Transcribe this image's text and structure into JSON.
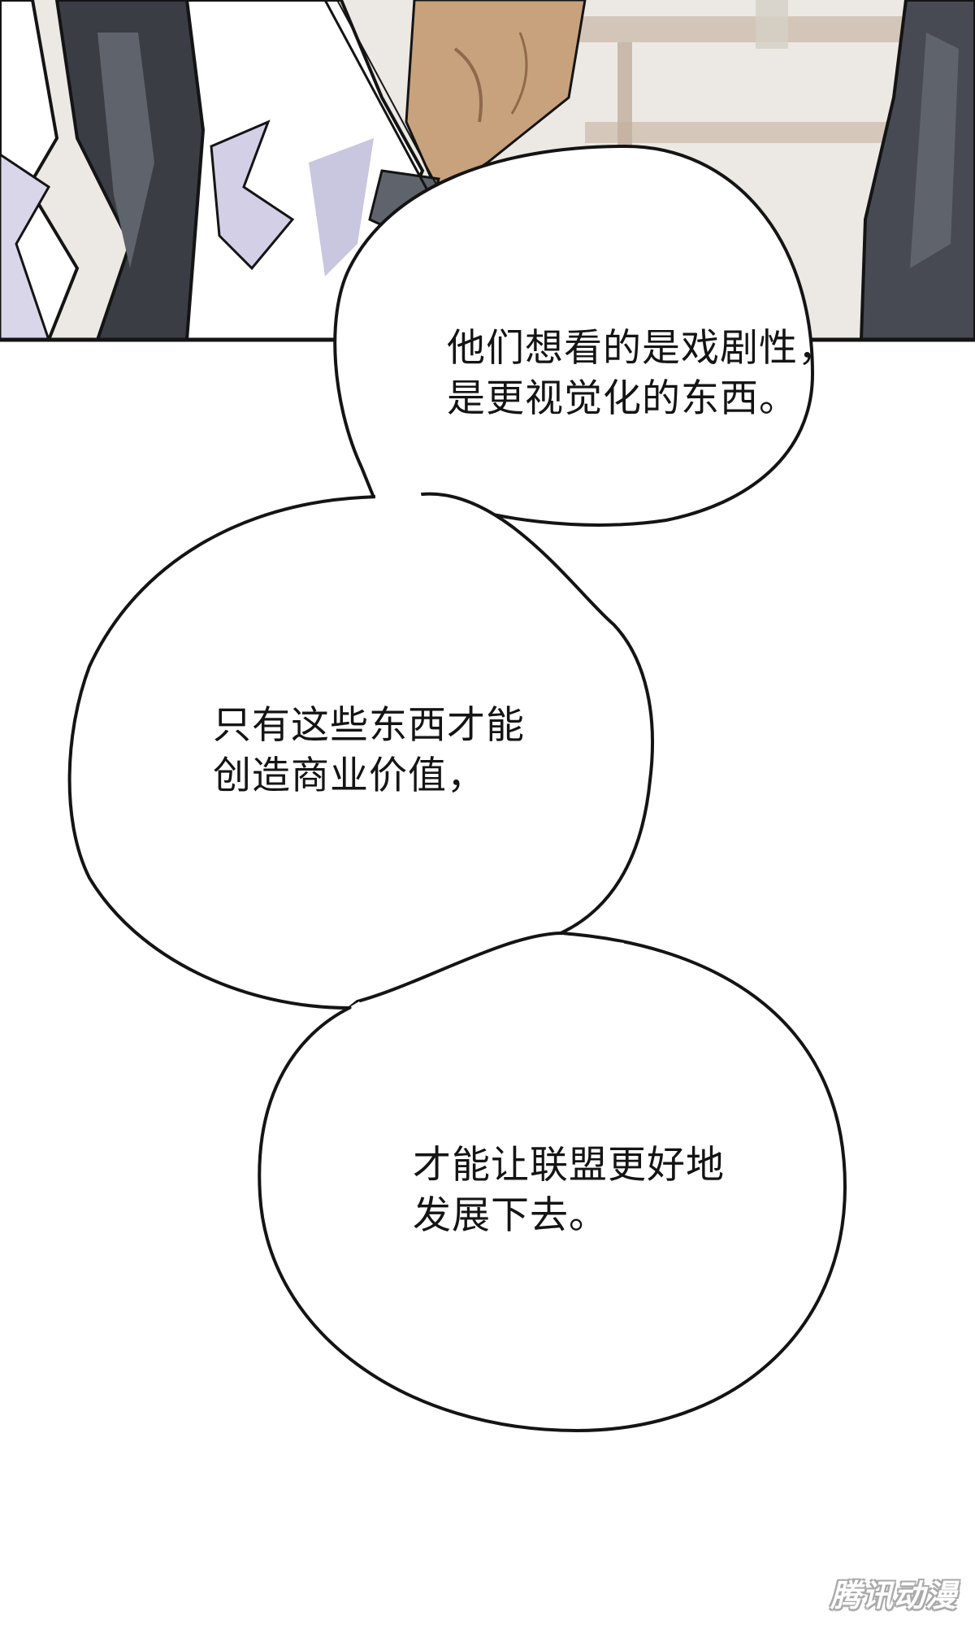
{
  "panel": {
    "bubbles": [
      {
        "lines": [
          "他们想看的是戏剧性，",
          "是更视觉化的东西。"
        ]
      },
      {
        "lines": [
          "只有这些东西才能",
          "创造商业价值，"
        ]
      },
      {
        "lines": [
          "才能让联盟更好地",
          "发展下去。"
        ]
      }
    ],
    "watermark": "腾讯动漫"
  },
  "colors": {
    "ink": "#141414",
    "bubble_fill": "#ffffff",
    "suit_dark": "#3a3d44",
    "suit_grey": "#5f636b",
    "shirt_lavender": "#c9c6df",
    "skin": "#c8a27c",
    "wall": "#e8e5e0",
    "shelf": "#8a6a52"
  }
}
